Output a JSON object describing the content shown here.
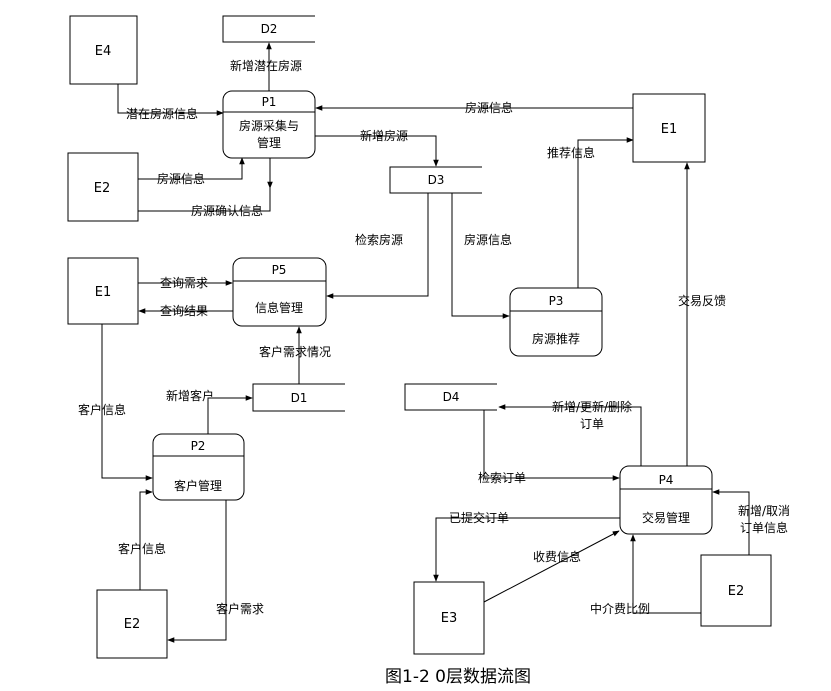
{
  "entities": {
    "e4": "E4",
    "e2_top": "E2",
    "e1_left": "E1",
    "e2_bottom": "E2",
    "e1_right": "E1",
    "e3": "E3",
    "e2_right": "E2"
  },
  "processes": {
    "p1": {
      "id": "P1",
      "name_line1": "房源采集与",
      "name_line2": "管理"
    },
    "p5": {
      "id": "P5",
      "name": "信息管理"
    },
    "p2": {
      "id": "P2",
      "name": "客户管理"
    },
    "p3": {
      "id": "P3",
      "name": "房源推荐"
    },
    "p4": {
      "id": "P4",
      "name": "交易管理"
    }
  },
  "stores": {
    "d2": "D2",
    "d3": "D3",
    "d1": "D1",
    "d4": "D4"
  },
  "flows": {
    "new_potential": "新增潜在房源",
    "potential_info": "潜在房源信息",
    "listing_info_e2": "房源信息",
    "listing_confirm": "房源确认信息",
    "listing_info_e1": "房源信息",
    "new_listing": "新增房源",
    "recommend_info": "推荐信息",
    "search_listing": "检索房源",
    "listing_info_d3": "房源信息",
    "query_demand": "查询需求",
    "query_result": "查询结果",
    "customer_demand_status": "客户需求情况",
    "new_customer": "新增客户",
    "customer_info_e1": "客户信息",
    "customer_info_e2": "客户信息",
    "customer_demand": "客户需求",
    "trade_feedback": "交易反馈",
    "order_ops_line1": "新增/更新/删除",
    "order_ops_line2": "订单",
    "search_order": "检索订单",
    "submitted_order": "已提交订单",
    "fee_info": "收费信息",
    "agent_fee_ratio": "中介费比例",
    "add_cancel_line1": "新增/取消",
    "add_cancel_line2": "订单信息"
  },
  "caption": "图1-2 0层数据流图"
}
